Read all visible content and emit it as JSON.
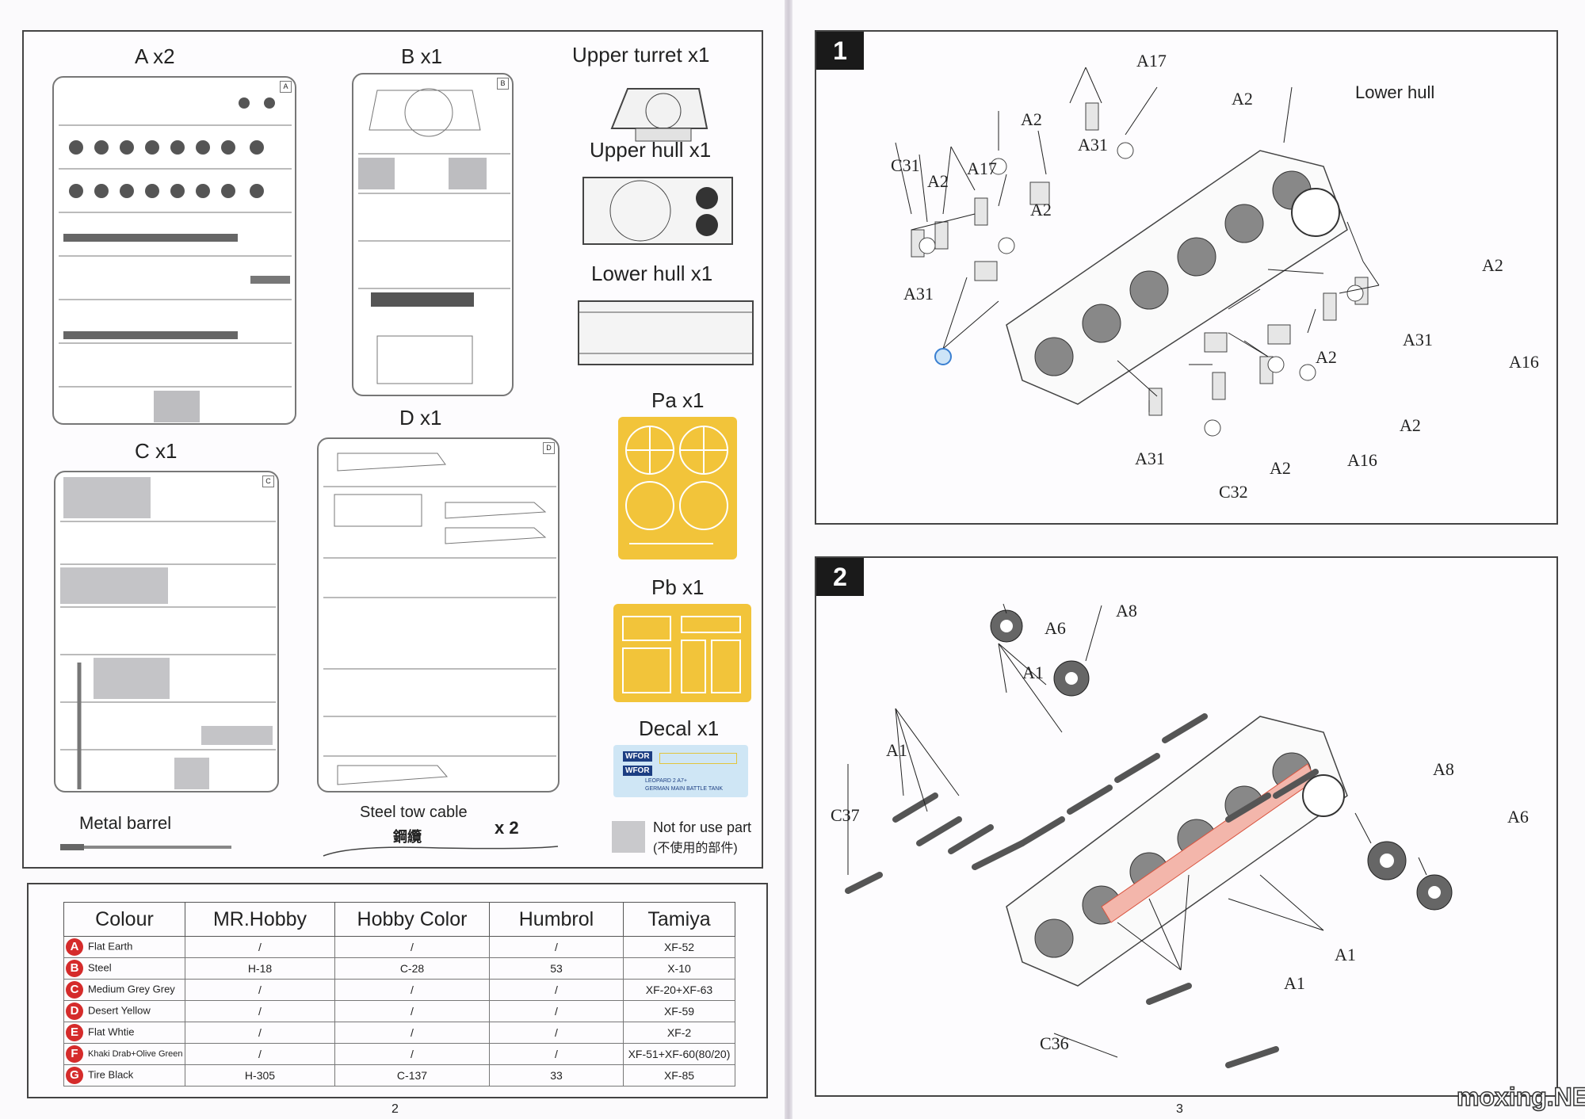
{
  "parts_list": {
    "sprue_a": {
      "label": "A x2",
      "tag": "A"
    },
    "sprue_b": {
      "label": "B x1",
      "tag": "B"
    },
    "sprue_c": {
      "label": "C x1",
      "tag": "C"
    },
    "sprue_d": {
      "label": "D x1",
      "tag": "D"
    },
    "upper_turret": "Upper turret  x1",
    "upper_hull": "Upper hull  x1",
    "lower_hull": "Lower hull  x1",
    "pe_a": "Pa x1",
    "pe_b": "Pb x1",
    "decal": {
      "label": "Decal x1",
      "line1": "LEOPARD 2 A7+",
      "line2": "GERMAN MAIN BATTLE TANK",
      "badge": "WFOR"
    },
    "metal_barrel": "Metal barrel",
    "tow_cable": {
      "label": "Steel tow cable",
      "chinese": "鋼纜",
      "qty": "x 2"
    },
    "not_for_use": {
      "line1": "Not for use part",
      "line2": "(不使用的部件)"
    }
  },
  "color_table": {
    "headers": [
      "Colour",
      "MR.Hobby",
      "Hobby Color",
      "Humbrol",
      "Tamiya"
    ],
    "rows": [
      {
        "letter": "A",
        "name": "Flat Earth",
        "mrhobby": "/",
        "hobby": "/",
        "humbrol": "/",
        "tamiya": "XF-52"
      },
      {
        "letter": "B",
        "name": "Steel",
        "mrhobby": "H-18",
        "hobby": "C-28",
        "humbrol": "53",
        "tamiya": "X-10"
      },
      {
        "letter": "C",
        "name": "Medium Grey Grey",
        "mrhobby": "/",
        "hobby": "/",
        "humbrol": "/",
        "tamiya": "XF-20+XF-63"
      },
      {
        "letter": "D",
        "name": "Desert Yellow",
        "mrhobby": "/",
        "hobby": "/",
        "humbrol": "/",
        "tamiya": "XF-59"
      },
      {
        "letter": "E",
        "name": "Flat Whtie",
        "mrhobby": "/",
        "hobby": "/",
        "humbrol": "/",
        "tamiya": "XF-2"
      },
      {
        "letter": "F",
        "name": "Khaki Drab+Olive Green",
        "mrhobby": "/",
        "hobby": "/",
        "humbrol": "/",
        "tamiya": "XF-51+XF-60(80/20)"
      },
      {
        "letter": "G",
        "name": "Tire Black",
        "mrhobby": "H-305",
        "hobby": "C-137",
        "humbrol": "33",
        "tamiya": "XF-85"
      }
    ],
    "badge_color": "#d52b2b"
  },
  "step1": {
    "number": "1",
    "callouts": {
      "a17_top": "A17",
      "a2_top": "A2",
      "lower_hull": "Lower hull",
      "a2_upleft": "A2",
      "a31_top": "A31",
      "c31": "C31",
      "a2_left": "A2",
      "a17_left": "A17",
      "a2_mid": "A2",
      "a31_left": "A31",
      "a2_right": "A2",
      "a31_right": "A31",
      "a16_right": "A16",
      "a2_lowmid": "A2",
      "a2_lowright": "A2",
      "a31_bottom": "A31",
      "a16_bottom": "A16",
      "a2_bottom": "A2",
      "c32": "C32"
    }
  },
  "step2": {
    "number": "2",
    "callouts": {
      "a6_top": "A6",
      "a8_top": "A8",
      "a1_upper": "A1",
      "a1_left": "A1",
      "c37": "C37",
      "a8_right": "A8",
      "a6_right": "A6",
      "a1_lowright": "A1",
      "a1_bottom": "A1",
      "c36": "C36"
    }
  },
  "page_numbers": {
    "left": "2",
    "right": "3"
  },
  "watermark": "moxing.NET",
  "colors": {
    "pe_brass": "#f2c43a",
    "decal_blue": "#cfe6f5",
    "not_for_use_grey": "#c9c9cc",
    "highlight_red": "#e8877a"
  }
}
